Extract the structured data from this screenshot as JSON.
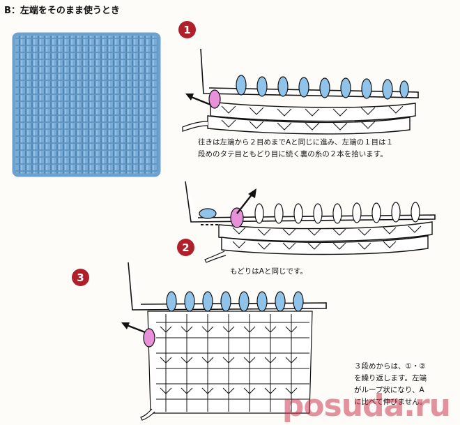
{
  "heading": "B：左端をそのまま使うとき",
  "steps": [
    {
      "number": "1",
      "caption_lines": [
        "往きは左端から２目めまでAと同じに進み、左端の１目は１",
        "段めのタテ目ともどり目に続く裏の糸の２本を拾います。"
      ]
    },
    {
      "number": "2",
      "caption_lines": [
        "もどりはAと同じです。"
      ]
    },
    {
      "number": "3",
      "caption_lines": [
        "３段めからは、①・②",
        "を繰り返します。左端",
        "がループ状になり、A",
        "に比べて伸びません。"
      ]
    }
  ],
  "watermark": "posuda.ru",
  "colors": {
    "swatch": "#7aaed8",
    "swatch_dark": "#5a8fbd",
    "loop_blue": "#8fc3ea",
    "loop_pink": "#e691da",
    "badge": "#b0202a",
    "outline": "#111111"
  }
}
